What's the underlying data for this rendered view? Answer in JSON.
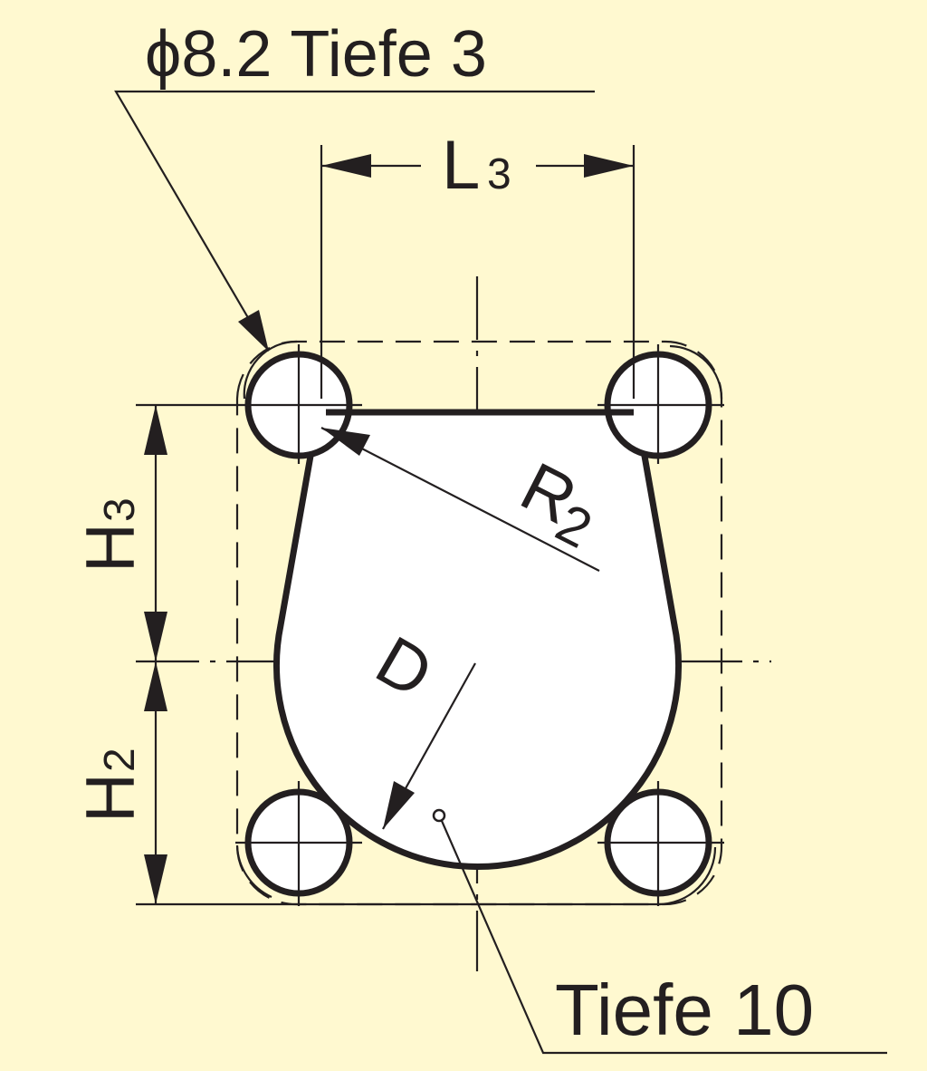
{
  "labels": {
    "hole_spec": "ϕ8.2 Tiefe 3",
    "l3_main": "L",
    "l3_sub": "3",
    "h3_main": "H",
    "h3_sub": "3",
    "h2_main": "H",
    "h2_sub": "2",
    "r2_main": "R",
    "r2_sub": "2",
    "d": "D",
    "depth_center": "Tiefe 10"
  },
  "colors": {
    "background": "#fff9d0",
    "ink": "#231f20",
    "fill": "#ffffff"
  }
}
